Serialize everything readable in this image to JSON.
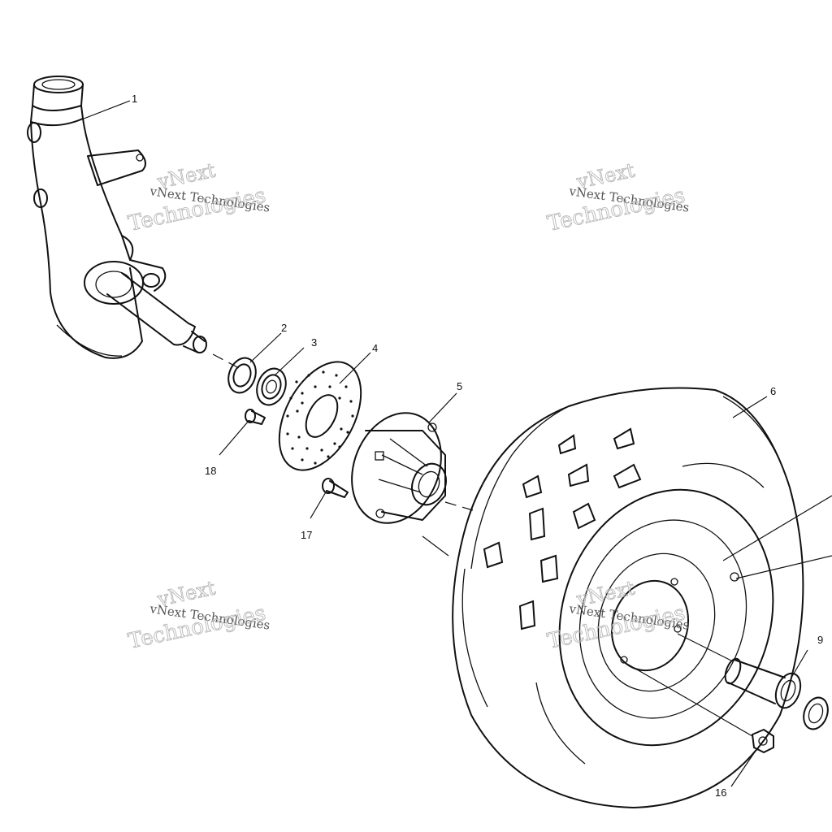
{
  "callouts": [
    "1",
    "2",
    "3",
    "4",
    "5",
    "6",
    "9",
    "16",
    "17",
    "18"
  ],
  "watermark": {
    "line1": "vNext Technologies",
    "line2_a": "vNext",
    "line2_b": "Technologies"
  }
}
